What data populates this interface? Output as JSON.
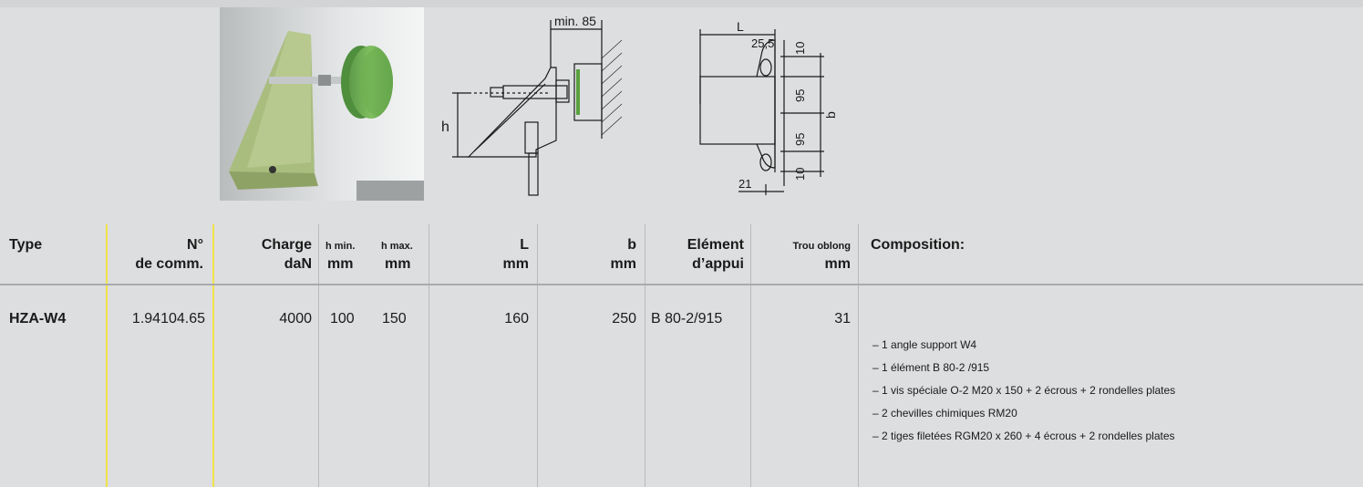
{
  "drawing": {
    "side": {
      "min_label": "min. 85",
      "h_label": "h"
    },
    "top": {
      "L_label": "L",
      "dim_25_5": "25,5",
      "dim_10a": "10",
      "dim_95a": "95",
      "dim_b": "b",
      "dim_95b": "95",
      "dim_10b": "10",
      "dim_21": "21"
    }
  },
  "table": {
    "headers": {
      "type": "Type",
      "comm_1": "N°",
      "comm_2": "de comm.",
      "charge_1": "Charge",
      "charge_2": "daN",
      "hmin_1": "h min.",
      "hmin_2": "mm",
      "hmax_1": "h max.",
      "hmax_2": "mm",
      "L_1": "L",
      "L_2": "mm",
      "b_1": "b",
      "b_2": "mm",
      "elem_1": "Elément",
      "elem_2": "d’appui",
      "trou_1": "Trou oblong",
      "trou_2": "mm",
      "composition": "Composition:"
    },
    "row": {
      "type": "HZA-W4",
      "comm": "1.94104.65",
      "charge": "4000",
      "hmin": "100",
      "hmax": "150",
      "L": "160",
      "b": "250",
      "element": "B 80-2/915",
      "trou": "31",
      "composition": [
        "– 1 angle support W4",
        "– 1 élément B 80-2 /915",
        "– 1 vis spéciale O-2 M20 x 150 + 2 écrous + 2 rondelles plates",
        "– 2 chevilles chimiques RM20",
        "– 2 tiges filetées RGM20 x 260 + 4 écrous + 2 rondelles plates"
      ]
    }
  }
}
